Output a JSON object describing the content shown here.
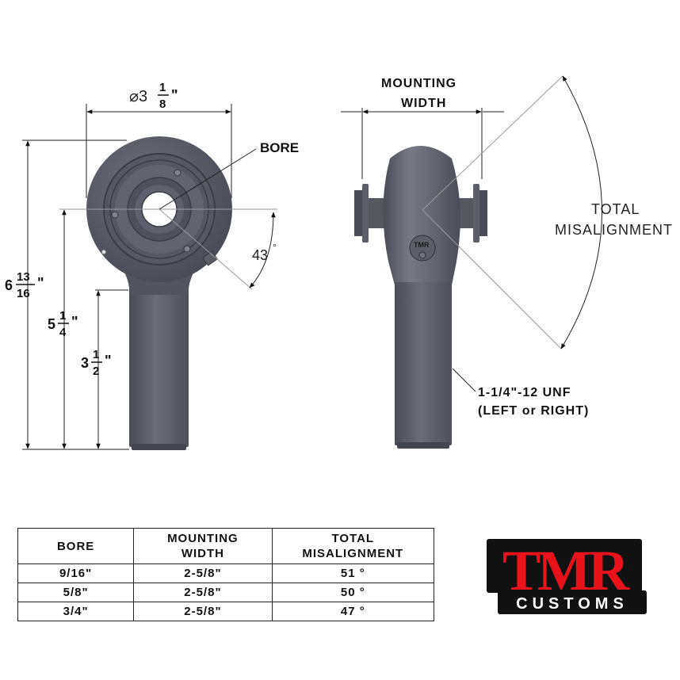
{
  "front_view": {
    "diameter": {
      "prefix": "⌀3",
      "num": "1",
      "den": "8",
      "unit": "\""
    },
    "bore_label": "BORE",
    "angle": "43",
    "angle_unit": "°",
    "overall_length": {
      "whole": "6",
      "num": "13",
      "den": "16",
      "unit": "\""
    },
    "center_length": {
      "whole": "5",
      "num": "1",
      "den": "4",
      "unit": "\""
    },
    "shank_length": {
      "whole": "3",
      "num": "1",
      "den": "2",
      "unit": "\""
    }
  },
  "side_view": {
    "mounting_width": [
      "MOUNTING",
      "WIDTH"
    ],
    "total_misalignment": [
      "TOTAL",
      "MISALIGNMENT"
    ],
    "thread": [
      "1-1/4\"-12 UNF",
      "(LEFT or RIGHT)"
    ],
    "stamp": "TMR"
  },
  "table": {
    "headers": [
      [
        "BORE"
      ],
      [
        "MOUNTING",
        "WIDTH"
      ],
      [
        "TOTAL",
        "MISALIGNMENT"
      ]
    ],
    "rows": [
      [
        "9/16\"",
        "2-5/8\"",
        "51 °"
      ],
      [
        "5/8\"",
        "2-5/8\"",
        "50 °"
      ],
      [
        "3/4\"",
        "2-5/8\"",
        "47 °"
      ]
    ]
  },
  "logo": {
    "main": "TMR",
    "sub": "CUSTOMS",
    "colors": {
      "red": "#e8131a",
      "black": "#111111"
    }
  },
  "colors": {
    "part": "#5a5d68",
    "part_dark": "#3f424c",
    "part_light": "#7b7e89"
  }
}
